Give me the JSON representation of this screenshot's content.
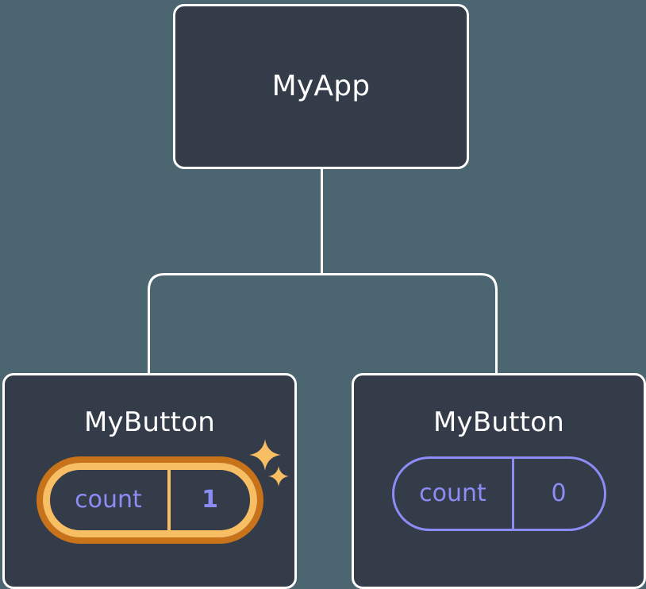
{
  "diagram": {
    "kind": "component-tree",
    "background_color": "#4b6670",
    "node_fill_color": "#343c4a",
    "node_border_color": "#ffffff",
    "connector_color": "#ffffff",
    "accent_highlight_color": "#f7be63",
    "accent_highlight_outer_color": "#c8721a",
    "state_text_color": "#8b8cf5"
  },
  "root": {
    "title": "MyApp"
  },
  "children": [
    {
      "title": "MyButton",
      "state": {
        "key": "count",
        "value": "1",
        "highlighted": true,
        "sparkle_count": 2
      }
    },
    {
      "title": "MyButton",
      "state": {
        "key": "count",
        "value": "0",
        "highlighted": false,
        "sparkle_count": 0
      }
    }
  ]
}
